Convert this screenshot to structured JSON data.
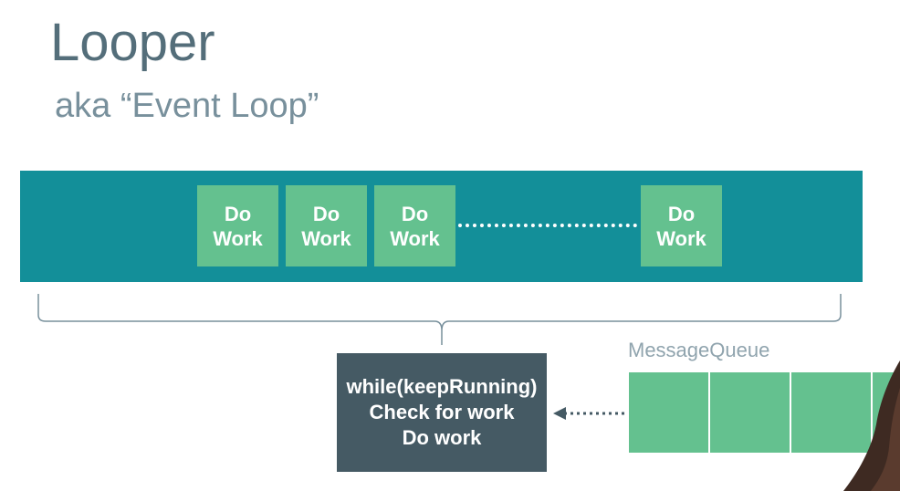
{
  "slide": {
    "title": "Looper",
    "subtitle": "aka “Event Loop”"
  },
  "work_items": [
    {
      "line1": "Do",
      "line2": "Work"
    },
    {
      "line1": "Do",
      "line2": "Work"
    },
    {
      "line1": "Do",
      "line2": "Work"
    },
    {
      "line1": "Do",
      "line2": "Work"
    }
  ],
  "loop_box": {
    "line1": "while(keepRunning)",
    "line2": "Check for work",
    "line3": "Do work"
  },
  "message_queue": {
    "label": "MessageQueue"
  },
  "colors": {
    "band": "#138f99",
    "work_box": "#64c18f",
    "loop_box": "#455a64",
    "title": "#546e7a"
  }
}
